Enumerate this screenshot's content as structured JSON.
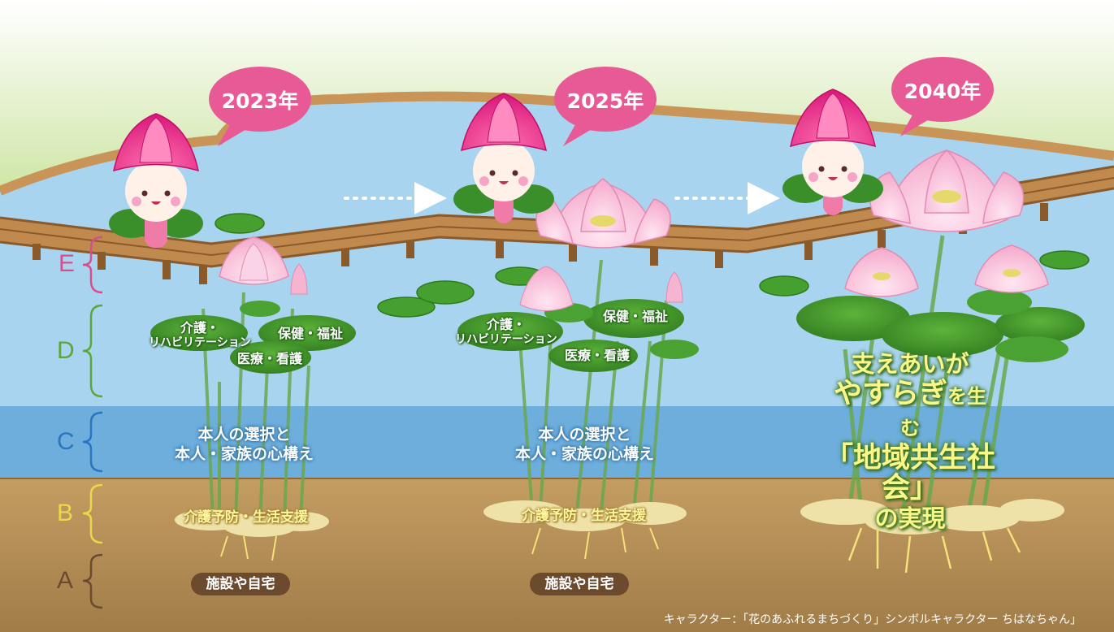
{
  "stages": [
    {
      "year": "2023年",
      "domains": [
        "介護・",
        "リハビリテーション",
        "保健・福祉",
        "医療・看護"
      ],
      "middle": [
        "本人の選択と",
        "本人・家族の心構え"
      ],
      "roots": "介護予防・生活支援",
      "base": "施設や自宅"
    },
    {
      "year": "2025年",
      "domains": [
        "介護・",
        "リハビリテーション",
        "保健・福祉",
        "医療・看護"
      ],
      "middle": [
        "本人の選択と",
        "本人・家族の心構え"
      ],
      "roots": "介護予防・生活支援",
      "base": "施設や自宅"
    },
    {
      "year": "2040年"
    }
  ],
  "layers": [
    {
      "letter": "E",
      "color": "#d64f8c"
    },
    {
      "letter": "D",
      "color": "#5aa83a"
    },
    {
      "letter": "C",
      "color": "#2a74c0"
    },
    {
      "letter": "B",
      "color": "#e8d94a"
    },
    {
      "letter": "A",
      "color": "#6a4a30"
    }
  ],
  "slogan": {
    "line1": "支えあいが",
    "line2_a": "やすらぎ",
    "line2_b": "を生む",
    "line3": "「地域共生社会」",
    "line4": "の実現"
  },
  "credit": "キャラクター：「花のあふれるまちづくり」シンボルキャラクター ちはなちゃん」",
  "colors": {
    "sky_top": "#ffffff",
    "sky_bottom": "#c7e39a",
    "pond": "#a9d4ef",
    "water_deep": "#6fb0df",
    "soil": "#b08b55",
    "bubble": "#e85a95",
    "boardwalk": "#c99457"
  }
}
